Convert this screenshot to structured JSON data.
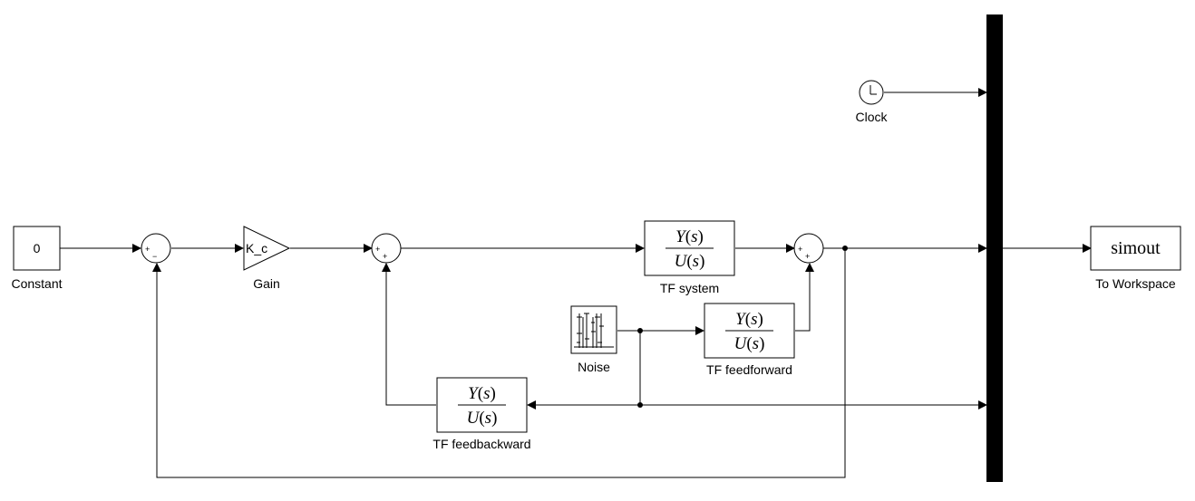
{
  "blocks": {
    "constant": {
      "value": "0",
      "label": "Constant"
    },
    "gain": {
      "value": "K_c",
      "label": "Gain"
    },
    "tf_system": {
      "label": "TF system"
    },
    "tf_feedforward": {
      "label": "TF feedforward"
    },
    "tf_feedback": {
      "label": "TF feedbackward"
    },
    "noise": {
      "label": "Noise"
    },
    "clock": {
      "label": "Clock"
    },
    "to_workspace": {
      "value": "simout",
      "label": "To Workspace"
    }
  },
  "tf": {
    "num": "Y",
    "den": "U",
    "var": "s"
  },
  "sum_signs": {
    "sum1": {
      "top": "+",
      "bottom": "−"
    },
    "sum2": {
      "top": "+",
      "bottom": "+"
    },
    "sum3": {
      "top": "+",
      "bottom": "+"
    }
  }
}
